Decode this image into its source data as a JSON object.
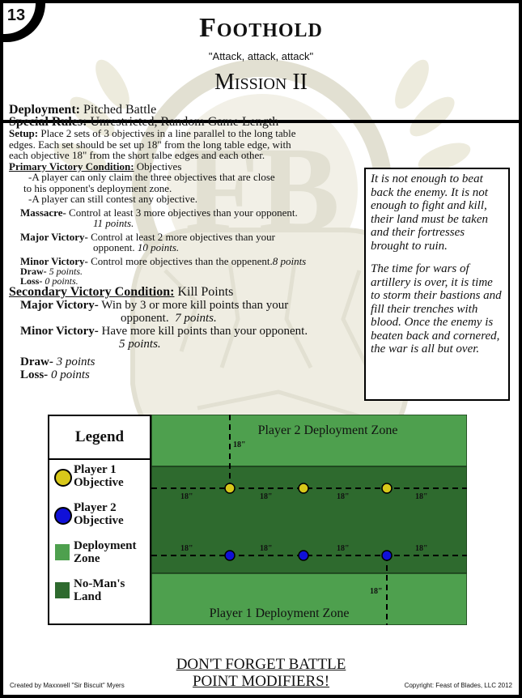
{
  "page_number": "13",
  "title": "Foothold",
  "subtitle": "\"Attack, attack, attack\"",
  "mission": "Mission II",
  "deployment_label": "Deployment:",
  "deployment_value": "Pitched Battle",
  "special_rules_label": "Special Rules:",
  "special_rules_value": "Unrestricted, Random Game Length",
  "setup_label": "Setup:",
  "setup_lines": [
    "Place 2 sets of 3 objectives in a line parallel to the long table",
    "edges.  Each set should be set up 18\" from the long table edge, with",
    "each objective 18\" from the short talbe edges and each other."
  ],
  "primary_label": "Primary Victory Condition:",
  "primary_value": "Objectives",
  "primary_rules": [
    "-A player can only claim the three objectives that are close",
    "to his opponent's deployment zone.",
    "-A player can still contest any objective."
  ],
  "massacre_label": "Massacre-",
  "massacre_text": "Control at least 3 more objectives than your opponent.",
  "massacre_points": "11 points.",
  "major_label": "Major Victory-",
  "major_text": "Control at least 2 more objectives than your",
  "major_text2": "opponent.",
  "major_points": "10 points.",
  "minor_label": "Minor Victory-",
  "minor_text": "Control more objectives than the oppenent.",
  "minor_points": "8 points",
  "draw_label": "Draw-",
  "draw_points": "5 points.",
  "loss_label": "Loss-",
  "loss_points": "0 points.",
  "secondary_label": "Secondary Victory Condition:",
  "secondary_value": "Kill Points",
  "sec_major_label": "Major Victory-",
  "sec_major_text": "Win by 3 or more kill points than your",
  "sec_major_text2": "opponent.",
  "sec_major_points": "7 points.",
  "sec_minor_label": "Minor Victory-",
  "sec_minor_text": "Have more kill points than your opponent.",
  "sec_minor_points": "5 points.",
  "sec_draw_label": "Draw-",
  "sec_draw_points": "3 points",
  "sec_loss_label": "Loss-",
  "sec_loss_points": "0 points",
  "flavor_p1": "It is not enough to beat back the enemy.  It is not enough to fight and kill, their land must be taken and their fortresses brought to ruin.",
  "flavor_p2": "The time for wars of artillery is over, it is time to storm their bastions and fill their trenches with blood. Once the enemy is beaten back and cornered, the war is all but over.",
  "legend": {
    "title": "Legend",
    "items": [
      {
        "label": "Player 1 Objective",
        "color": "#d8c81a",
        "shape": "circle"
      },
      {
        "label": "Player 2 Objective",
        "color": "#1010d8",
        "shape": "circle"
      },
      {
        "label": "Deployment Zone",
        "color": "#4ea04e",
        "shape": "square"
      },
      {
        "label": "No-Man's Land",
        "color": "#2e6a2e",
        "shape": "square"
      }
    ]
  },
  "map": {
    "player2_zone": "Player 2 Deployment Zone",
    "player1_zone": "Player 1 Deployment Zone",
    "distance_label": "18\"",
    "deploy_color": "#4ea04e",
    "nomans_color": "#2e6a2e"
  },
  "footer_line1": "DON'T FORGET BATTLE",
  "footer_line2": "POINT MODIFIERS!",
  "credit_left": "Created by Maxxwell \"Sir Biscuit\" Myers",
  "credit_right": "Copyright: Feast of Blades, LLC 2012"
}
